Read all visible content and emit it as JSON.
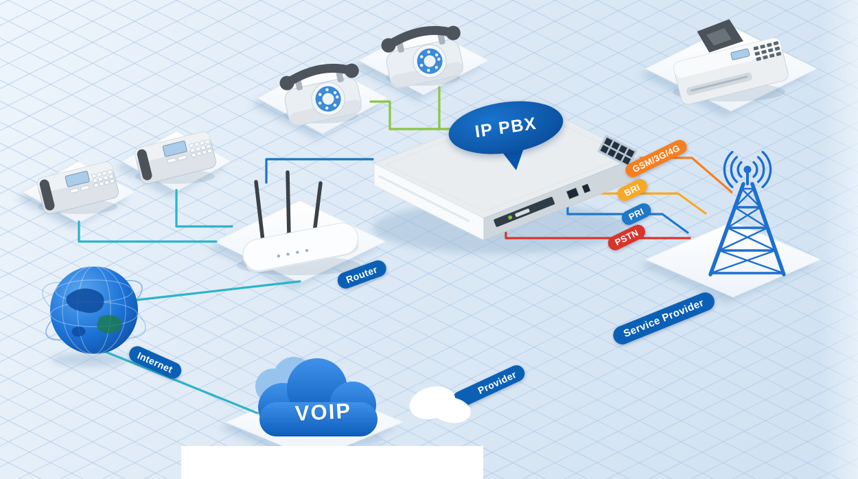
{
  "diagram": {
    "kind": "ip-pbx-network-topology-illustration",
    "labels": {
      "ip_pbx": "IP PBX",
      "router": "Router",
      "internet": "Internet",
      "voip": "VOIP",
      "provider": "Provider",
      "service_provider": "Service Provider"
    },
    "trunks": {
      "gsm": "GSM/3G/4G",
      "bri": "BRI",
      "pri": "PRI",
      "pstn": "PSTN"
    },
    "colors": {
      "background": "#dbe8f5",
      "label_blue": "#0b60b6",
      "gsm_orange": "#f57f20",
      "bri_amber": "#f9a825",
      "pri_blue": "#1f78c8",
      "pstn_red": "#d9342b",
      "analog_line_green": "#8cc63e",
      "lan_line_blue": "#1b75bb",
      "internet_line_teal": "#2cb3c9",
      "cloud_blue": "#1565c0",
      "tower_blue": "#1d6fd0"
    },
    "devices": [
      {
        "id": "analog-phone-1"
      },
      {
        "id": "analog-phone-2"
      },
      {
        "id": "fax-machine"
      },
      {
        "id": "ip-phone-1"
      },
      {
        "id": "ip-phone-2"
      },
      {
        "id": "ip-pbx"
      },
      {
        "id": "wifi-router"
      },
      {
        "id": "internet-globe"
      },
      {
        "id": "voip-cloud"
      },
      {
        "id": "cell-tower"
      }
    ]
  }
}
